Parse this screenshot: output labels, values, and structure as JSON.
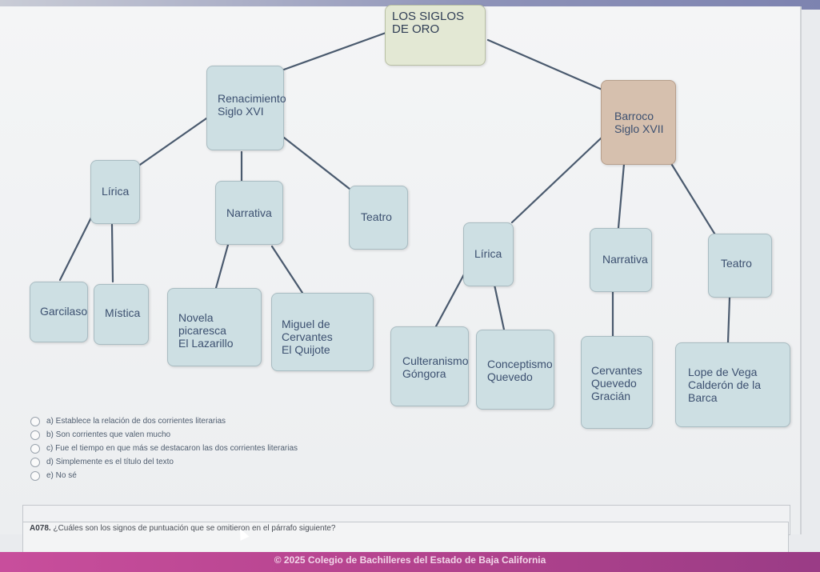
{
  "diagram": {
    "root": "LOS SIGLOS DE ORO",
    "renacimiento": {
      "line1": "Renacimiento",
      "line2": "Siglo XVI"
    },
    "barroco": {
      "line1": "Barroco",
      "line2": "Siglo XVII"
    },
    "ren_lirica": "Lírica",
    "ren_narrativa": "Narrativa",
    "ren_teatro": "Teatro",
    "garcilaso": "Garcilaso",
    "mistica": "Mística",
    "novela": {
      "line1": "Novela picaresca",
      "line2": "El Lazarillo"
    },
    "cervantes_quijote": {
      "line1": "Miguel de Cervantes",
      "line2": "El Quijote"
    },
    "bar_lirica": "Lírica",
    "bar_narrativa": "Narrativa",
    "bar_teatro": "Teatro",
    "culteranismo": {
      "line1": "Culteranismo",
      "line2": "Góngora"
    },
    "conceptismo": {
      "line1": "Conceptismo",
      "line2": "Quevedo"
    },
    "narr_autores": {
      "line1": "Cervantes",
      "line2": "Quevedo",
      "line3": "Gracián"
    },
    "teatro_autores": {
      "line1": "Lope de Vega",
      "line2": "Calderón de la Barca"
    }
  },
  "options": [
    "a) Establece la relación de dos corrientes literarias",
    "b) Son corrientes que valen mucho",
    "c) Fue el tiempo en que más se destacaron las dos corrientes literarias",
    "d) Simplemente es el título del texto",
    "e) No sé"
  ],
  "question": {
    "id": "A078.",
    "text": "¿Cuáles son los signos de puntuación que se omitieron en el párrafo siguiente?"
  },
  "footer": "© 2025 Colegio de Bachilleres del Estado de Baja California"
}
